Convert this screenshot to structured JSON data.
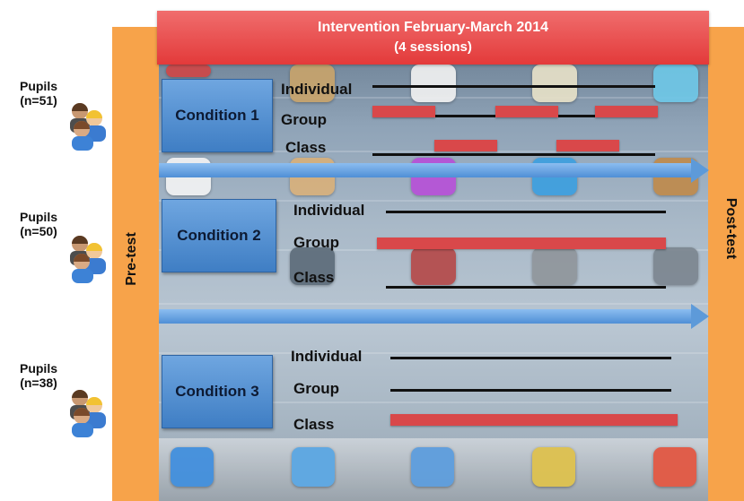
{
  "header": {
    "title": "Intervention February-March 2014",
    "subtitle": "(4 sessions)"
  },
  "pretest_label": "Pre-test",
  "posttest_label": "Post-test",
  "groups": [
    {
      "pupils": "Pupils",
      "n": "(n=51)",
      "condition": "Condition 1",
      "rows": [
        "Individual",
        "Group",
        "Class"
      ]
    },
    {
      "pupils": "Pupils",
      "n": "(n=50)",
      "condition": "Condition 2",
      "rows": [
        "Individual",
        "Group",
        "Class"
      ]
    },
    {
      "pupils": "Pupils",
      "n": "(n=38)",
      "condition": "Condition 3",
      "rows": [
        "Individual",
        "Group",
        "Class"
      ]
    }
  ],
  "colors": {
    "orange": "#f7a34a",
    "red": "#d9484a",
    "blue": "#4f8fd6"
  }
}
